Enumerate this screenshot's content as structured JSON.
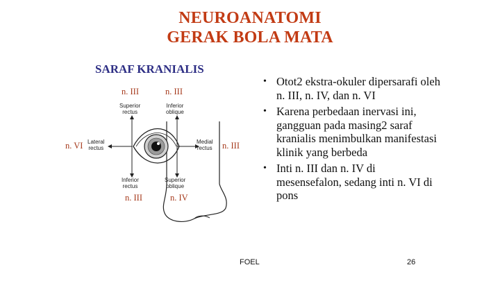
{
  "slide": {
    "title_line1": "NEUROANATOMI",
    "title_line2": "GERAK BOLA MATA",
    "subtitle": "SARAF KRANIALIS",
    "bullets": [
      "Otot2 ekstra-okuler dipersarafi oleh n. III, n. IV, dan n. VI",
      "Karena perbedaan inervasi ini, gangguan pada masing2 saraf kranialis menimbulkan manifestasi klinik yang berbeda",
      "Inti n. III dan n. IV di mesensefalon, sedang inti n. VI di pons"
    ],
    "footer_left": "FOEL",
    "page_number": "26"
  },
  "diagram": {
    "nerve_labels": {
      "superior_rectus": "n. III",
      "inferior_oblique": "n. III",
      "lateral_rectus": "n. VI",
      "medial_rectus": "n. III",
      "inferior_rectus": "n. III",
      "superior_oblique": "n. IV"
    },
    "muscle_labels": {
      "superior_rectus": "Superior\nrectus",
      "inferior_oblique": "Inferior\noblique",
      "lateral_rectus": "Lateral\nrectus",
      "medial_rectus": "Medial\nrectus",
      "inferior_rectus": "Inferior\nrectus",
      "superior_oblique": "Superior\noblique"
    }
  },
  "colors": {
    "title": "#C23B14",
    "subtitle": "#2E2F85",
    "nerve_label": "#A5391B"
  }
}
